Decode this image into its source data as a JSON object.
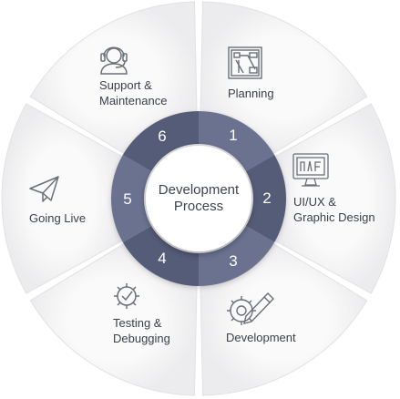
{
  "center": {
    "line1": "Development",
    "line2": "Process"
  },
  "steps": [
    {
      "number": "1",
      "label_lines": [
        "Planning"
      ],
      "icon": "planning-board-icon"
    },
    {
      "number": "2",
      "label_lines": [
        "UI/UX &",
        "Graphic Design"
      ],
      "icon": "monitor-design-icon"
    },
    {
      "number": "3",
      "label_lines": [
        "Development"
      ],
      "icon": "gear-pencil-icon"
    },
    {
      "number": "4",
      "label_lines": [
        "Testing &",
        "Debugging"
      ],
      "icon": "gear-check-icon"
    },
    {
      "number": "5",
      "label_lines": [
        "Going Live"
      ],
      "icon": "paper-plane-icon"
    },
    {
      "number": "6",
      "label_lines": [
        "Support &",
        "Maintenance"
      ],
      "icon": "headset-support-icon"
    }
  ],
  "colors": {
    "ring_dark": "#545b78",
    "ring_light": "#6a7290",
    "outer_fill": "#f3f3f4",
    "text": "#3b3f4c",
    "icon": "#6b6f7a"
  }
}
